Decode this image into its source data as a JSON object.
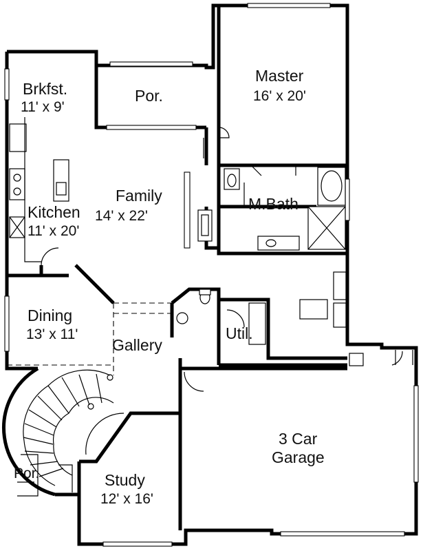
{
  "rooms": {
    "breakfast": {
      "name": "Brkfst.",
      "size": "11' x 9'"
    },
    "porch_top": {
      "name": "Por."
    },
    "master": {
      "name": "Master",
      "size": "16' x 20'"
    },
    "family": {
      "name": "Family",
      "size": "14' x 22'"
    },
    "kitchen": {
      "name": "Kitchen",
      "size": "11' x 20'"
    },
    "master_bath": {
      "name": "M.Bath"
    },
    "dining": {
      "name": "Dining",
      "size": "13' x 11'"
    },
    "gallery": {
      "name": "Gallery"
    },
    "utility": {
      "name": "Util."
    },
    "garage": {
      "line1": "3 Car",
      "line2": "Garage"
    },
    "study": {
      "name": "Study",
      "size": "12' x 16'"
    },
    "porch_front": {
      "name": "Por."
    }
  }
}
